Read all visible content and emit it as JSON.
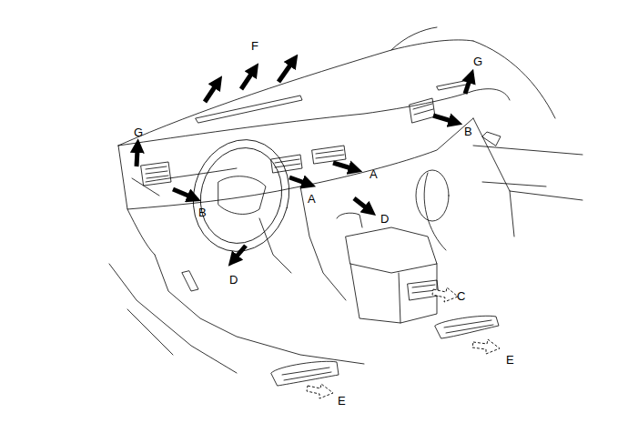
{
  "diagram": {
    "labels": [
      "F",
      "G",
      "G",
      "B",
      "B",
      "A",
      "A",
      "D",
      "D",
      "C",
      "E",
      "E"
    ]
  }
}
